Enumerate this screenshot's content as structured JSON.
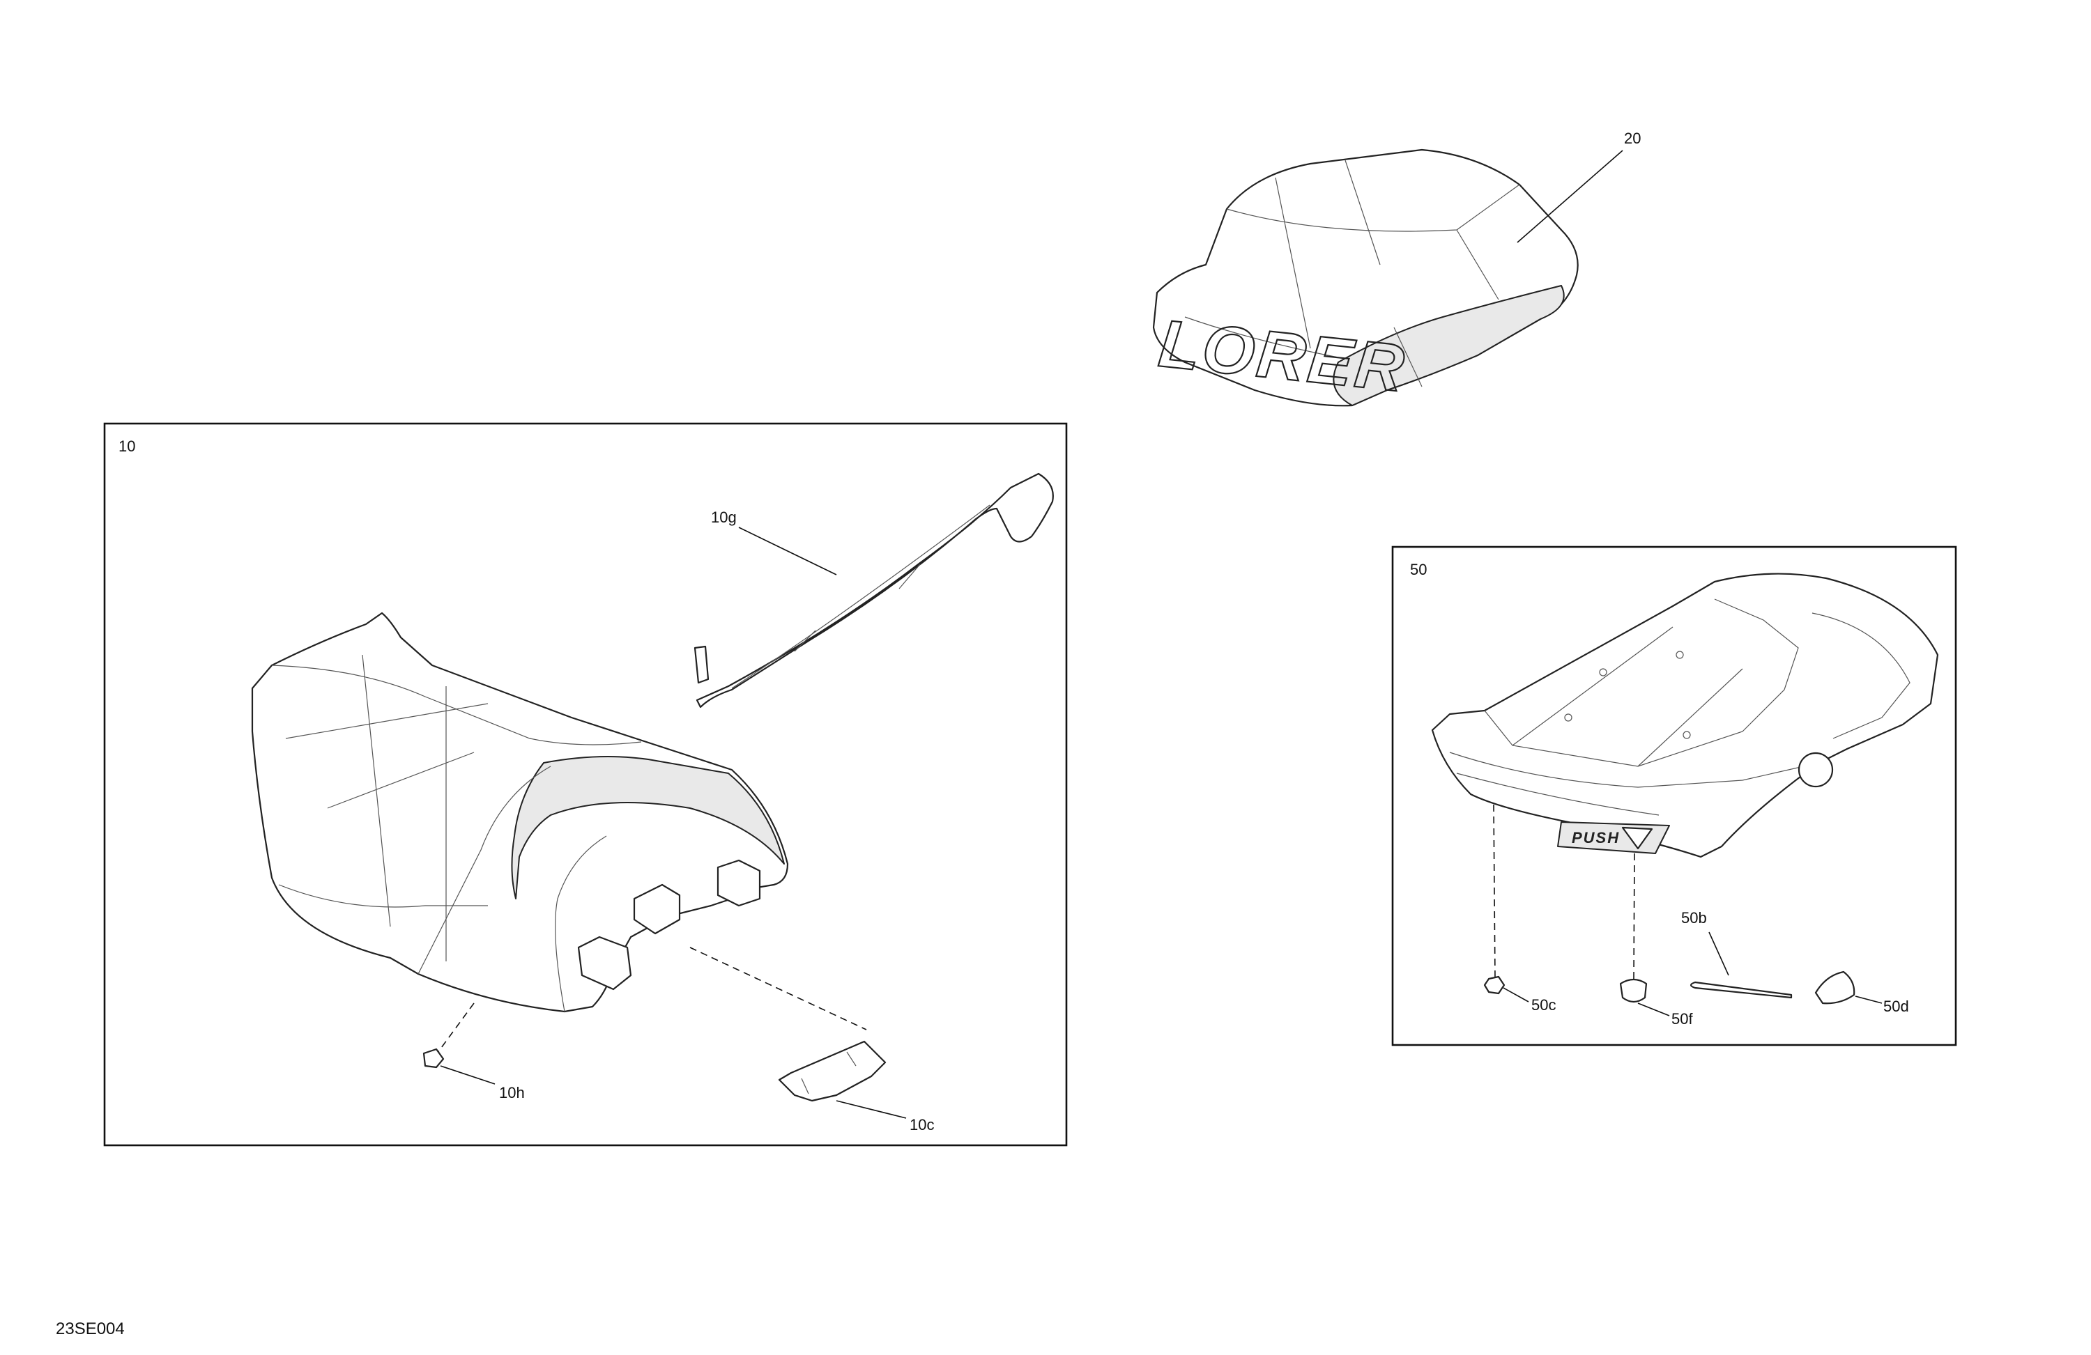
{
  "diagram": {
    "document_code": "23SE004",
    "part_20": {
      "callout": "20",
      "logo_text": "LORER"
    },
    "group_10": {
      "callout": "10",
      "parts": {
        "strap": "10g",
        "fastener": "10h",
        "latch": "10c"
      }
    },
    "group_50": {
      "callout": "50",
      "push_label": "PUSH",
      "parts": {
        "pin": "50b",
        "nut": "50c",
        "bumper": "50d",
        "grommet": "50f"
      }
    }
  }
}
